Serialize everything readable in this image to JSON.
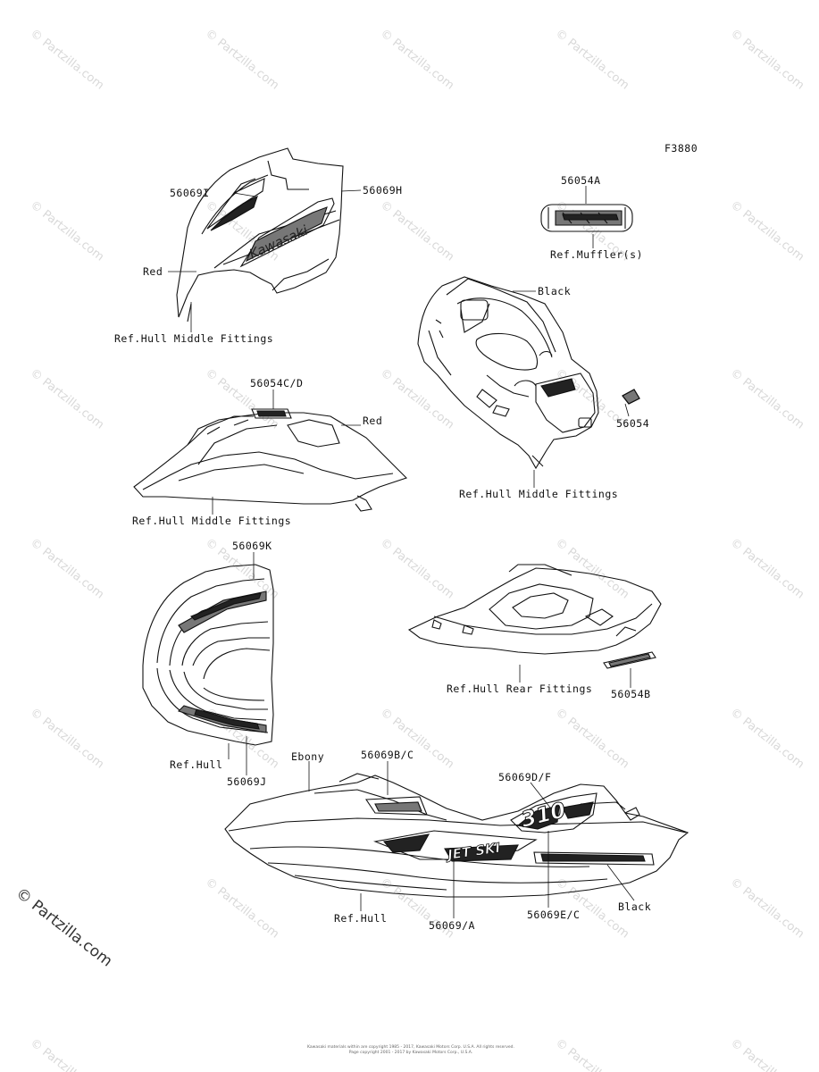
{
  "diagram_code": "F3880",
  "labels": {
    "p56069I": "56069I",
    "p56069H": "56069H",
    "red1": "Red",
    "ref_hull_middle_1": "Ref.Hull Middle Fittings",
    "p56054A": "56054A",
    "ref_muffler": "Ref.Muffler(s)",
    "black1": "Black",
    "p56054CD": "56054C/D",
    "red2": "Red",
    "ref_hull_middle_2": "Ref.Hull Middle Fittings",
    "p56054": "56054",
    "ref_hull_middle_3": "Ref.Hull Middle Fittings",
    "p56069K": "56069K",
    "ref_hull_rear": "Ref.Hull Rear Fittings",
    "p56054B": "56054B",
    "ref_hull_1": "Ref.Hull",
    "p56069J": "56069J",
    "ebony": "Ebony",
    "p56069BC": "56069B/C",
    "p56069DF": "56069D/F",
    "ref_hull_2": "Ref.Hull",
    "p56069A": "56069/A",
    "p56069EC": "56069E/C",
    "black2": "Black"
  },
  "decal_text": {
    "kawasaki": "Kawasaki",
    "jetski": "JET SKI",
    "model": "310"
  },
  "watermark": "© Partzilla.com",
  "footer_text": "Kawasaki materials within are copyright 1985 - 2017, Kawasaki Motors Corp. U.S.A. All rights reserved. Page copyright 2001 - 2017 by Kawasaki Motors Corp., U.S.A.",
  "colors": {
    "line": "#111111",
    "watermark": "#d9d9d9",
    "background": "#ffffff"
  }
}
